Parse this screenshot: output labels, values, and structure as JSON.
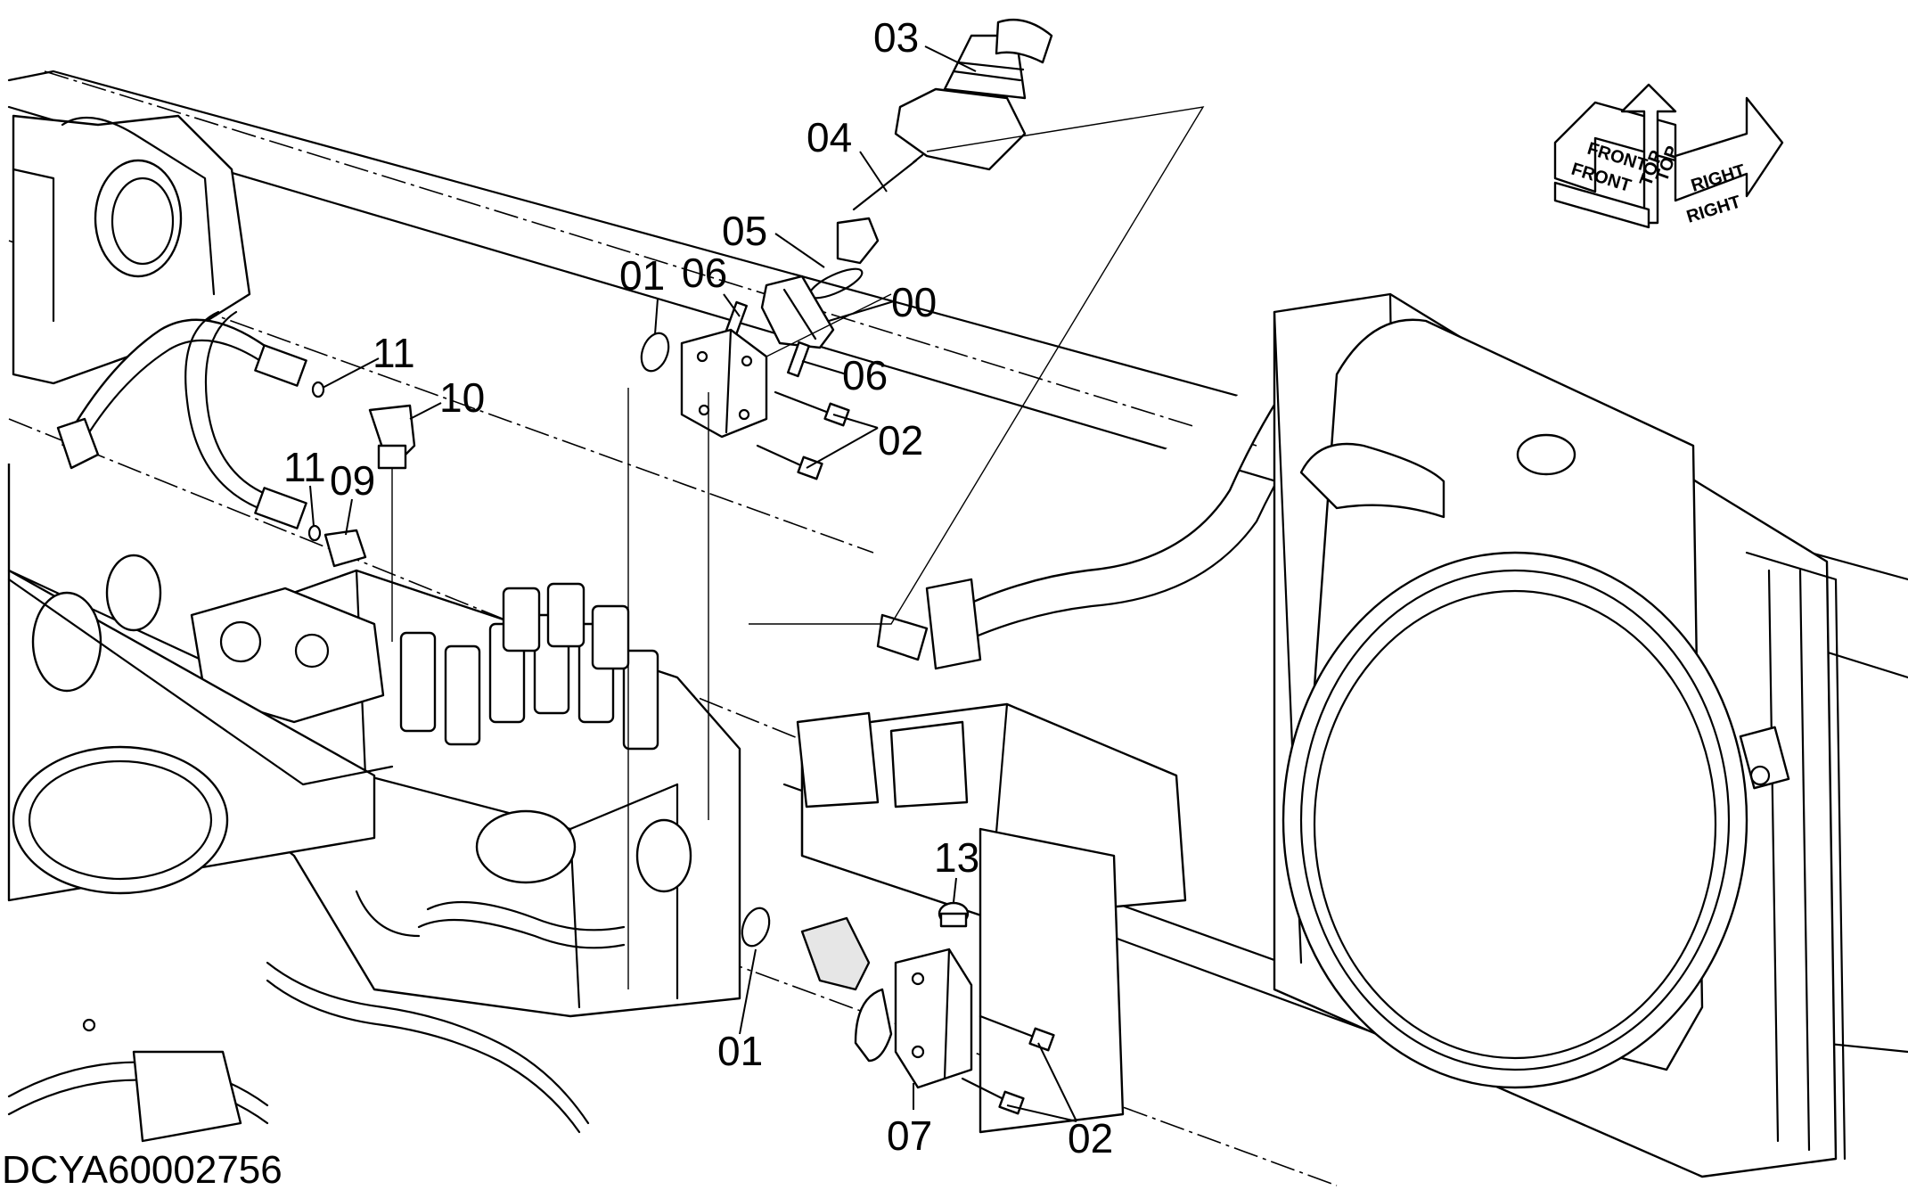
{
  "document_id": "DCYA60002756",
  "orientation": {
    "front": "FRONT",
    "top": "TOP",
    "right": "RIGHT"
  },
  "callouts": [
    {
      "id": "c03",
      "label": "03"
    },
    {
      "id": "c04",
      "label": "04"
    },
    {
      "id": "c05",
      "label": "05"
    },
    {
      "id": "c01a",
      "label": "01"
    },
    {
      "id": "c06a",
      "label": "06"
    },
    {
      "id": "c00",
      "label": "00"
    },
    {
      "id": "c06b",
      "label": "06"
    },
    {
      "id": "c02a",
      "label": "02"
    },
    {
      "id": "c11a",
      "label": "11"
    },
    {
      "id": "c10",
      "label": "10"
    },
    {
      "id": "c11b",
      "label": "11"
    },
    {
      "id": "c09",
      "label": "09"
    },
    {
      "id": "c13",
      "label": "13"
    },
    {
      "id": "c01b",
      "label": "01"
    },
    {
      "id": "c07",
      "label": "07"
    },
    {
      "id": "c02b",
      "label": "02"
    }
  ]
}
